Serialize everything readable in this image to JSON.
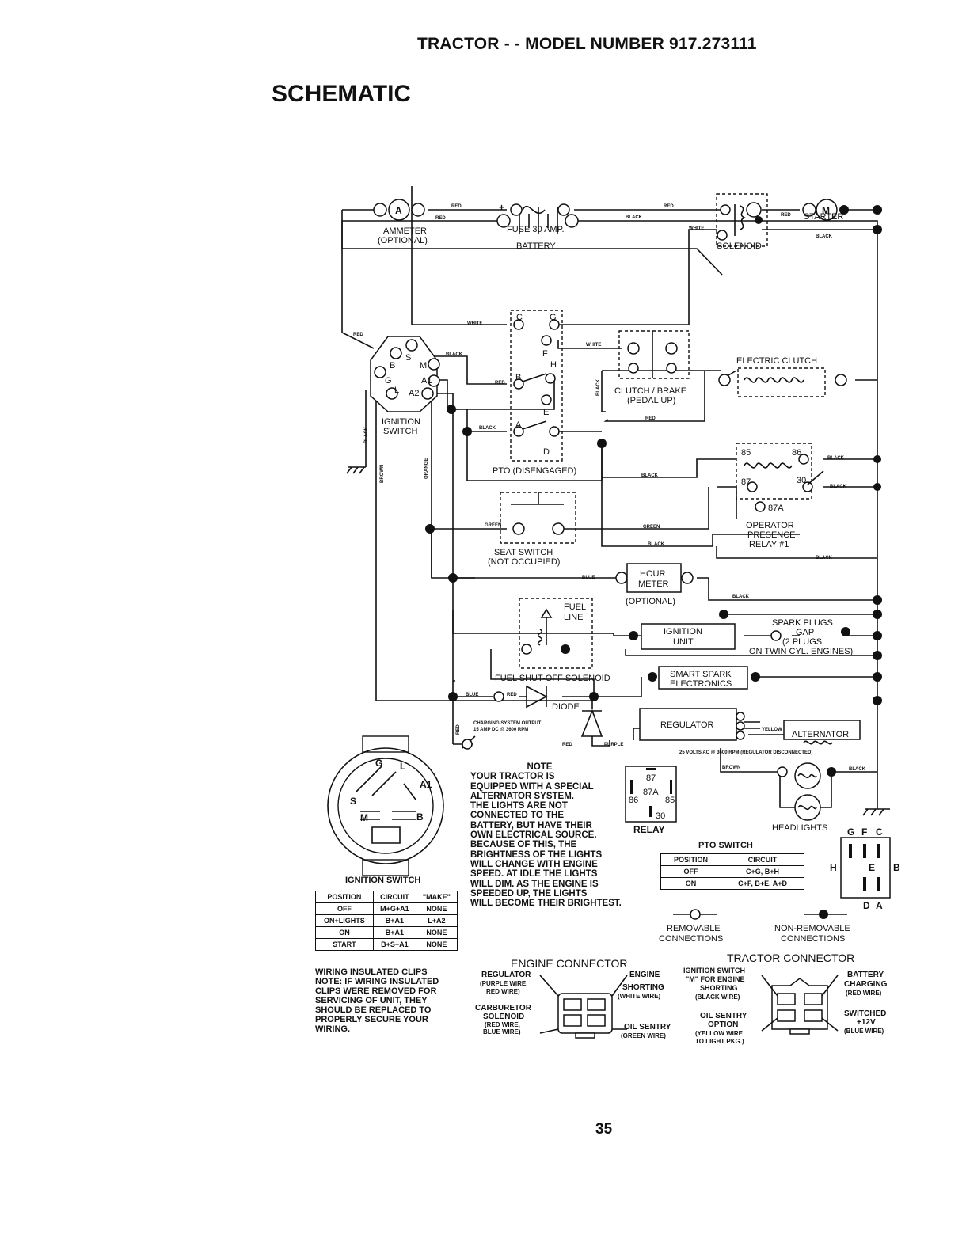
{
  "header": {
    "title": "TRACTOR - - MODEL NUMBER 917.273111",
    "section": "SCHEMATIC",
    "page_number": "35"
  },
  "components": {
    "battery": "BATTERY",
    "solenoid": "SOLENOID",
    "ammeter": "AMMETER",
    "ammeter_opt": "(OPTIONAL)",
    "fuse": "FUSE 30 AMP.",
    "starter": "STARTER",
    "ignition_switch": "IGNITION",
    "ignition_switch2": "SWITCH",
    "electric_clutch": "ELECTRIC CLUTCH",
    "clutch_brake": "CLUTCH / BRAKE",
    "clutch_brake2": "(PEDAL UP)",
    "pto": "PTO (DISENGAGED)",
    "seat_switch": "SEAT SWITCH",
    "seat_switch2": "(NOT OCCUPIED)",
    "operator_relay": [
      "OPERATOR",
      "PRESENCE",
      "RELAY #1"
    ],
    "hour_meter": [
      "HOUR",
      "METER"
    ],
    "hour_meter_opt": "(OPTIONAL)",
    "fuel_line": [
      "FUEL",
      "LINE"
    ],
    "ignition_unit": [
      "IGNITION",
      "UNIT"
    ],
    "spark_plugs": [
      "SPARK PLUGS",
      "GAP",
      "(2 PLUGS",
      "ON TWIN CYL. ENGINES)"
    ],
    "fuel_solenoid": "FUEL SHUT-OFF SOLENOID",
    "smart_spark": [
      "SMART SPARK",
      "ELECTRONICS"
    ],
    "diode": "DIODE",
    "regulator": "REGULATOR",
    "alternator": "ALTERNATOR",
    "charging": [
      "CHARGING SYSTEM OUTPUT",
      "15 AMP DC @ 3600 RPM"
    ],
    "alt_ac": "25 VOLTS AC @ 3600 RPM (REGULATOR DISCONNECTED)",
    "headlights": "HEADLIGHTS",
    "relay": "RELAY",
    "relay_pins": [
      "87",
      "87A",
      "86",
      "85",
      "30"
    ],
    "terminals_sw": [
      "B",
      "S",
      "M",
      "G",
      "L",
      "A2",
      "A1"
    ],
    "terminals_pto": [
      "C",
      "G",
      "F",
      "H",
      "B",
      "E",
      "A",
      "D"
    ],
    "relay_terms": [
      "85",
      "86",
      "87",
      "30",
      "87A"
    ],
    "conn_letters": [
      "G",
      "F",
      "C",
      "H",
      "E",
      "B",
      "D",
      "A"
    ],
    "ign_face_letters": [
      "G",
      "L",
      "A1",
      "S",
      "M",
      "B"
    ]
  },
  "wire_colors": {
    "red": "RED",
    "black": "BLACK",
    "white": "WHITE",
    "green": "GREEN",
    "blue": "BLUE",
    "brown": "BROWN",
    "orange": "ORANGE",
    "yellow": "YELLOW",
    "purple": "PURPLE"
  },
  "note": {
    "title": "NOTE",
    "lines": [
      "YOUR TRACTOR IS",
      "EQUIPPED WITH A SPECIAL",
      "ALTERNATOR SYSTEM.",
      "THE LIGHTS ARE NOT",
      "CONNECTED TO THE",
      "BATTERY, BUT HAVE THEIR",
      "OWN ELECTRICAL SOURCE.",
      "BECAUSE OF THIS, THE",
      "BRIGHTNESS OF THE LIGHTS",
      "WILL CHANGE WITH ENGINE",
      "SPEED. AT IDLE THE LIGHTS",
      "WILL DIM. AS THE ENGINE IS",
      "SPEEDED UP, THE LIGHTS",
      "WILL BECOME THEIR BRIGHTEST."
    ]
  },
  "ignition_table": {
    "title": "IGNITION SWITCH",
    "headers": [
      "POSITION",
      "CIRCUIT",
      "\"MAKE\""
    ],
    "rows": [
      [
        "OFF",
        "M+G+A1",
        "NONE"
      ],
      [
        "ON+LIGHTS",
        "B+A1",
        "L+A2"
      ],
      [
        "ON",
        "B+A1",
        "NONE"
      ],
      [
        "START",
        "B+S+A1",
        "NONE"
      ]
    ]
  },
  "pto_table": {
    "title": "PTO SWITCH",
    "headers": [
      "POSITION",
      "CIRCUIT"
    ],
    "rows": [
      [
        "OFF",
        "C+G, B+H"
      ],
      [
        "ON",
        "C+F, B+E, A+D"
      ]
    ]
  },
  "legend": {
    "removable": [
      "REMOVABLE",
      "CONNECTIONS"
    ],
    "non_removable": [
      "NON-REMOVABLE",
      "CONNECTIONS"
    ]
  },
  "wiring_note": {
    "title": "WIRING INSULATED CLIPS",
    "lines": [
      "NOTE: IF WIRING INSULATED",
      "CLIPS WERE REMOVED FOR",
      "SERVICING OF UNIT, THEY",
      "SHOULD BE REPLACED TO",
      "PROPERLY SECURE YOUR",
      "WIRING."
    ]
  },
  "engine_connector": {
    "title": "ENGINE CONNECTOR",
    "regulator": [
      "REGULATOR",
      "(PURPLE WIRE,",
      "RED WIRE)"
    ],
    "carburetor": [
      "CARBURETOR",
      "SOLENOID",
      "(RED WIRE,",
      "BLUE WIRE)"
    ],
    "engine_shorting": [
      "ENGINE",
      "SHORTING",
      "(WHITE WIRE)"
    ],
    "oil_sentry": [
      "OIL SENTRY",
      "(GREEN WIRE)"
    ]
  },
  "tractor_connector": {
    "title": "TRACTOR CONNECTOR",
    "ignition": [
      "IGNITION SWITCH",
      "\"M\" FOR ENGINE",
      "SHORTING",
      "(BLACK WIRE)"
    ],
    "oil": [
      "OIL SENTRY",
      "OPTION",
      "(YELLOW WIRE",
      "TO LIGHT PKG.)"
    ],
    "battery": [
      "BATTERY",
      "CHARGING",
      "(RED WIRE)"
    ],
    "switched": [
      "SWITCHED",
      "+12V",
      "(BLUE WIRE)"
    ]
  }
}
